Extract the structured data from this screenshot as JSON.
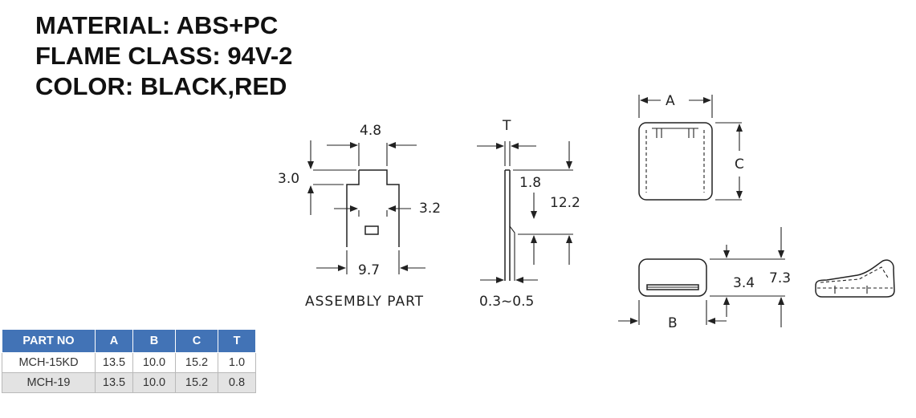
{
  "specs": {
    "material": "MATERIAL: ABS+PC",
    "flame_class": "FLAME CLASS: 94V-2",
    "color": "COLOR:  BLACK,RED"
  },
  "diagram": {
    "assembly": {
      "dim_top": "4.8",
      "dim_left": "3.0",
      "dim_right": "3.2",
      "dim_bottom": "9.7",
      "caption": "ASSEMBLY  PART"
    },
    "side": {
      "dim_t": "T",
      "dim_upper": "1.8",
      "dim_height": "12.2",
      "caption": "0.3~0.5"
    },
    "top_view": {
      "dim_a": "A",
      "dim_c": "C"
    },
    "front_view": {
      "dim_b": "B",
      "dim_mid": "3.4",
      "dim_total": "7.3"
    }
  },
  "table": {
    "headers": [
      "PART NO",
      "A",
      "B",
      "C",
      "T"
    ],
    "rows": [
      [
        "MCH-15KD",
        "13.5",
        "10.0",
        "15.2",
        "1.0"
      ],
      [
        "MCH-19",
        "13.5",
        "10.0",
        "15.2",
        "0.8"
      ]
    ]
  }
}
